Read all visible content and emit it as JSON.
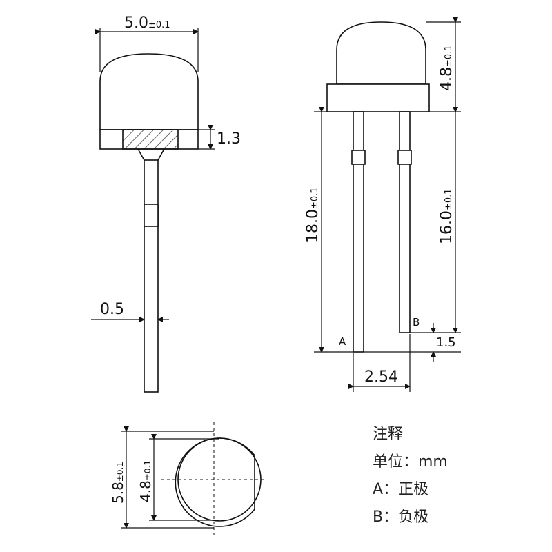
{
  "dimensions": {
    "lens_width": "5.0",
    "lens_width_tol": "±0.1",
    "flange_height": "1.3",
    "lead_width": "0.5",
    "lens_height": "4.8",
    "lens_height_tol": "±0.1",
    "long_lead": "18.0",
    "long_lead_tol": "±0.1",
    "short_lead": "16.0",
    "short_lead_tol": "±0.1",
    "lead_offset": "1.5",
    "pitch": "2.54",
    "flange_diameter": "5.8",
    "flange_diameter_tol": "±0.1",
    "lens_diameter": "4.8",
    "lens_diameter_tol": "±0.1"
  },
  "pins": {
    "anode": "A",
    "cathode": "B"
  },
  "notes": {
    "title": "注释",
    "unit": "单位：mm",
    "anode": "A：正极",
    "cathode": "B：负极"
  }
}
